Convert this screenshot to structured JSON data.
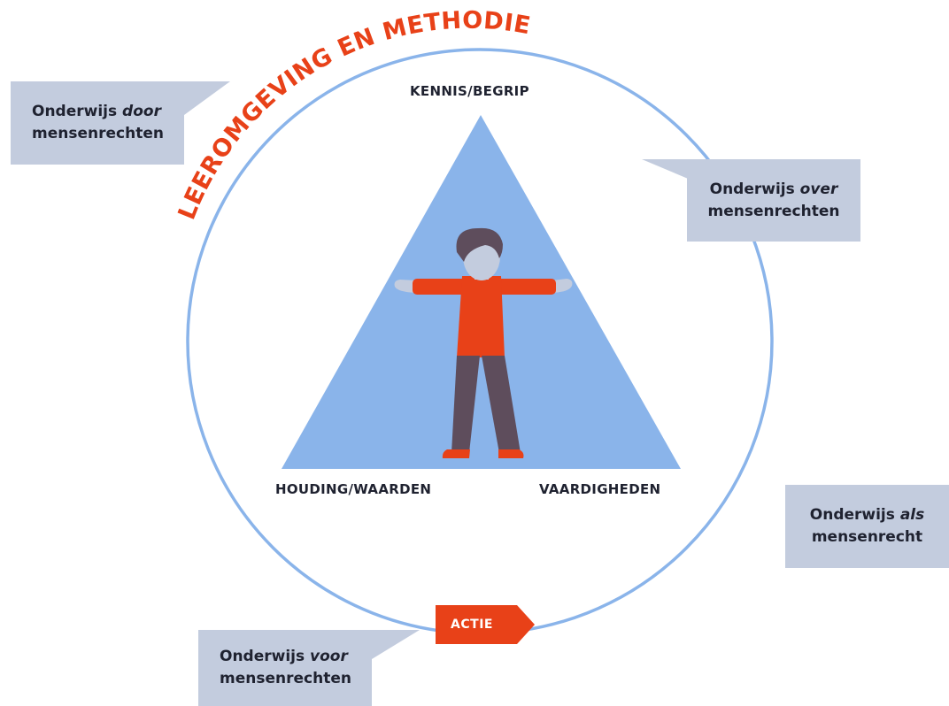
{
  "diagram": {
    "arc_title": "LEEROMGEVING EN METHODIEK",
    "vertices": {
      "top": "KENNIS/BEGRIP",
      "bottom_left": "HOUDING/WAARDEN",
      "bottom_right": "VAARDIGHEDEN"
    },
    "action_tag": "ACTIE",
    "callouts": {
      "door": {
        "line1_prefix": "Onderwijs ",
        "line1_em": "door",
        "line2": "mensenrechten"
      },
      "over": {
        "line1_prefix": "Onderwijs ",
        "line1_em": "over",
        "line2": "mensenrechten"
      },
      "als": {
        "line1_prefix": "Onderwijs ",
        "line1_em": "als",
        "line2": "mensenrecht"
      },
      "voor": {
        "line1_prefix": "Onderwijs ",
        "line1_em": "voor",
        "line2": "mensenrechten"
      }
    },
    "icons": {
      "figure": "person-arms-outstretched-icon",
      "tag_arrow": "arrow-tag-icon"
    },
    "colors": {
      "circle": "#8ab4ea",
      "triangle": "#8ab4ea",
      "accent": "#e84118",
      "callout_bg": "#c3ccde",
      "text": "#1f2230",
      "figure_hair": "#5e4d5c",
      "figure_skin": "#c3ccde",
      "figure_pants": "#5e4d5c"
    }
  }
}
